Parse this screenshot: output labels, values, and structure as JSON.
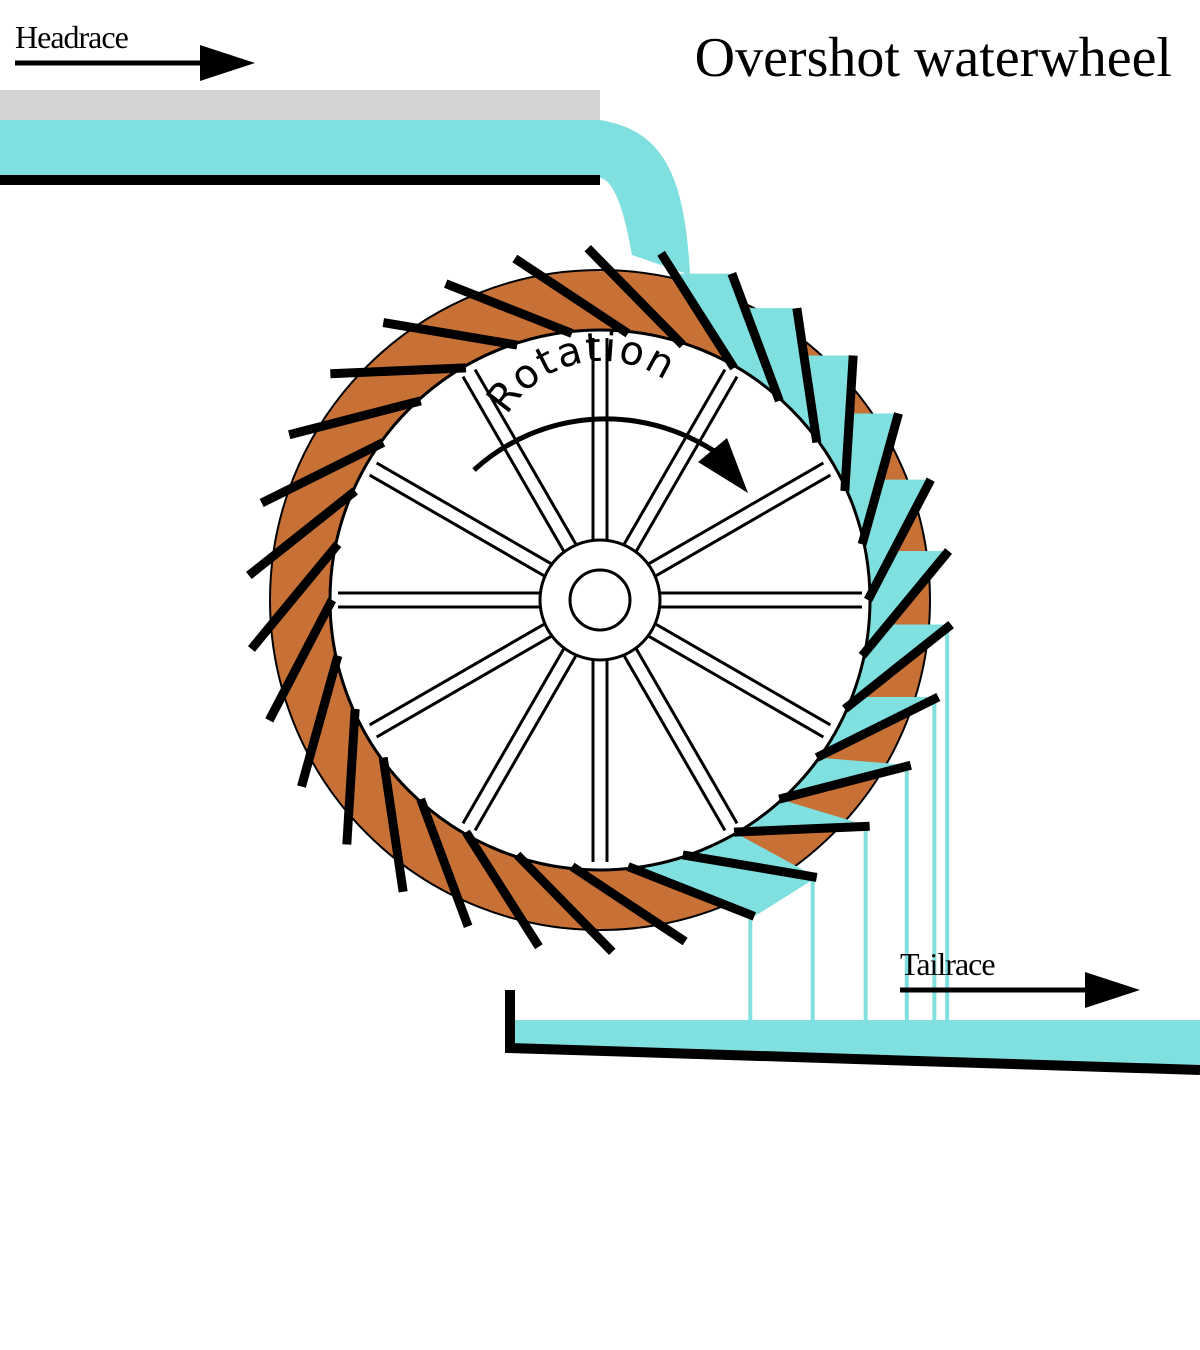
{
  "title": "Overshot waterwheel",
  "labels": {
    "headrace": "Headrace",
    "tailrace": "Tailrace",
    "rotation": "Rotation"
  },
  "colors": {
    "water": "#7fe0df",
    "wheel": "#c87137",
    "channel_top": "#d3d3d3",
    "ink": "#000000"
  },
  "wheel": {
    "blade_count": 30,
    "spoke_count": 12,
    "rotation_direction": "clockwise"
  }
}
